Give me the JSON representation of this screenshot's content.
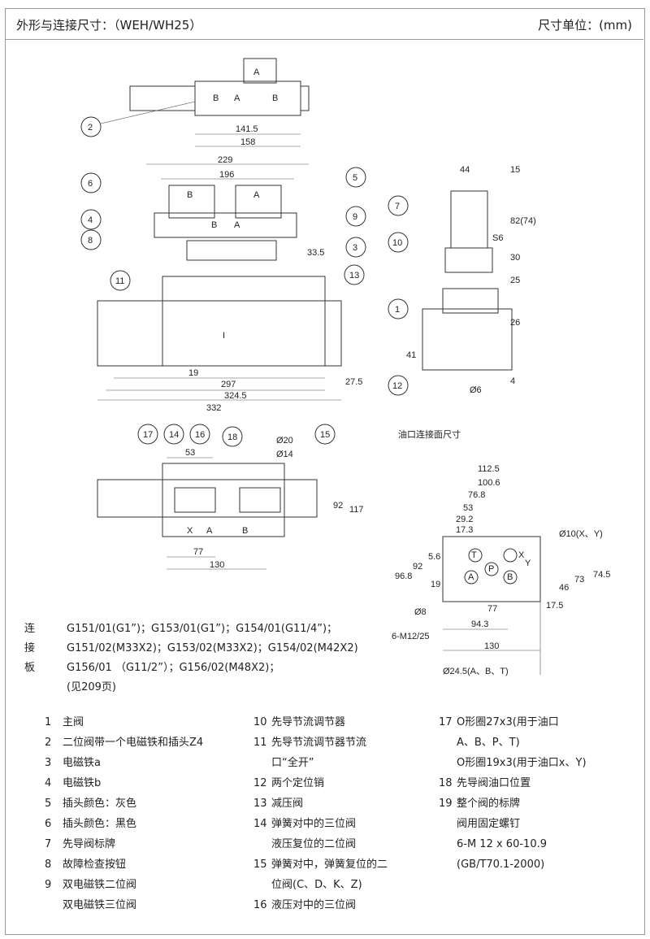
{
  "header": {
    "title": "外形与连接尺寸：（WEH/WH25）",
    "unit": "尺寸单位：(mm)"
  },
  "top_view": {
    "dims": [
      "141.5",
      "158"
    ],
    "labels": [
      "A",
      "B",
      "A",
      "B"
    ],
    "callouts": [
      "2"
    ]
  },
  "front_view": {
    "dims": [
      "229",
      "196",
      "33.5",
      "19",
      "297",
      "324.5",
      "332",
      "27.5"
    ],
    "labels": [
      "B",
      "A",
      "B",
      "A",
      "I"
    ],
    "callouts": [
      "6",
      "5",
      "4",
      "9",
      "8",
      "3",
      "11",
      "13",
      "17",
      "14",
      "16",
      "15"
    ]
  },
  "side_view": {
    "dims": [
      "44",
      "15",
      "82(74)",
      "S6",
      "30",
      "25",
      "26",
      "41",
      "4",
      "Ø6"
    ],
    "callouts": [
      "7",
      "10",
      "1",
      "12"
    ]
  },
  "plan_view": {
    "dims": [
      "53",
      "Ø20",
      "Ø14",
      "92",
      "117",
      "77",
      "130"
    ],
    "labels": [
      "X",
      "A",
      "B"
    ],
    "callouts": [
      "18"
    ]
  },
  "port_face": {
    "title": "油口连接面尺寸",
    "dims": [
      "112.5",
      "100.6",
      "76.8",
      "53",
      "29.2",
      "17.3",
      "Ø10(X、Y)",
      "5.6",
      "96.8",
      "92",
      "19",
      "46",
      "73",
      "74.5",
      "17.5",
      "Ø8",
      "77",
      "94.3",
      "6-M12/25",
      "130",
      "Ø24.5(A、B、T)"
    ],
    "labels": [
      "T",
      "P",
      "X",
      "Y",
      "A",
      "B"
    ]
  },
  "plate": {
    "label": "连接板",
    "rows": [
      "G151/01(G1”)；G153/01(G1”)；G154/01(G11/4”)；",
      "G151/02(M33X2)；G153/02(M33X2)；G154/02(M42X2)",
      "G156/01 （G11/2”）；G156/02(M48X2)；",
      "(见209页)"
    ]
  },
  "legend": {
    "col1": [
      {
        "n": "1",
        "t": [
          "主阀"
        ]
      },
      {
        "n": "2",
        "t": [
          "二位阀带一个电磁铁和插头Z4"
        ]
      },
      {
        "n": "3",
        "t": [
          "电磁铁a"
        ]
      },
      {
        "n": "4",
        "t": [
          "电磁铁b"
        ]
      },
      {
        "n": "5",
        "t": [
          "插头颜色：灰色"
        ]
      },
      {
        "n": "6",
        "t": [
          "插头颜色：黑色"
        ]
      },
      {
        "n": "7",
        "t": [
          "先导阀标牌"
        ]
      },
      {
        "n": "8",
        "t": [
          "故障检查按钮"
        ]
      },
      {
        "n": "9",
        "t": [
          "双电磁铁二位阀",
          "双电磁铁三位阀"
        ]
      }
    ],
    "col2": [
      {
        "n": "10",
        "t": [
          "先导节流调节器"
        ]
      },
      {
        "n": "11",
        "t": [
          "先导节流调节器节流",
          "口“全开”"
        ]
      },
      {
        "n": "12",
        "t": [
          "两个定位销"
        ]
      },
      {
        "n": "13",
        "t": [
          "减压阀"
        ]
      },
      {
        "n": "14",
        "t": [
          "弹簧对中的三位阀",
          "液压复位的二位阀"
        ]
      },
      {
        "n": "15",
        "t": [
          "弹簧对中，弹簧复位的二",
          "位阀(C、D、K、Z)"
        ]
      },
      {
        "n": "16",
        "t": [
          "液压对中的三位阀"
        ]
      }
    ],
    "col3": [
      {
        "n": "17",
        "t": [
          "O形圈27x3(用于油口",
          "A、B、P、T)",
          "O形圈19x3(用于油口x、Y)"
        ]
      },
      {
        "n": "18",
        "t": [
          "先导阀油口位置"
        ]
      },
      {
        "n": "19",
        "t": [
          "整个阀的标牌",
          "阀用固定螺钉",
          "6-M 12 x 60-10.9",
          "(GB/T70.1-2000)"
        ]
      }
    ]
  }
}
